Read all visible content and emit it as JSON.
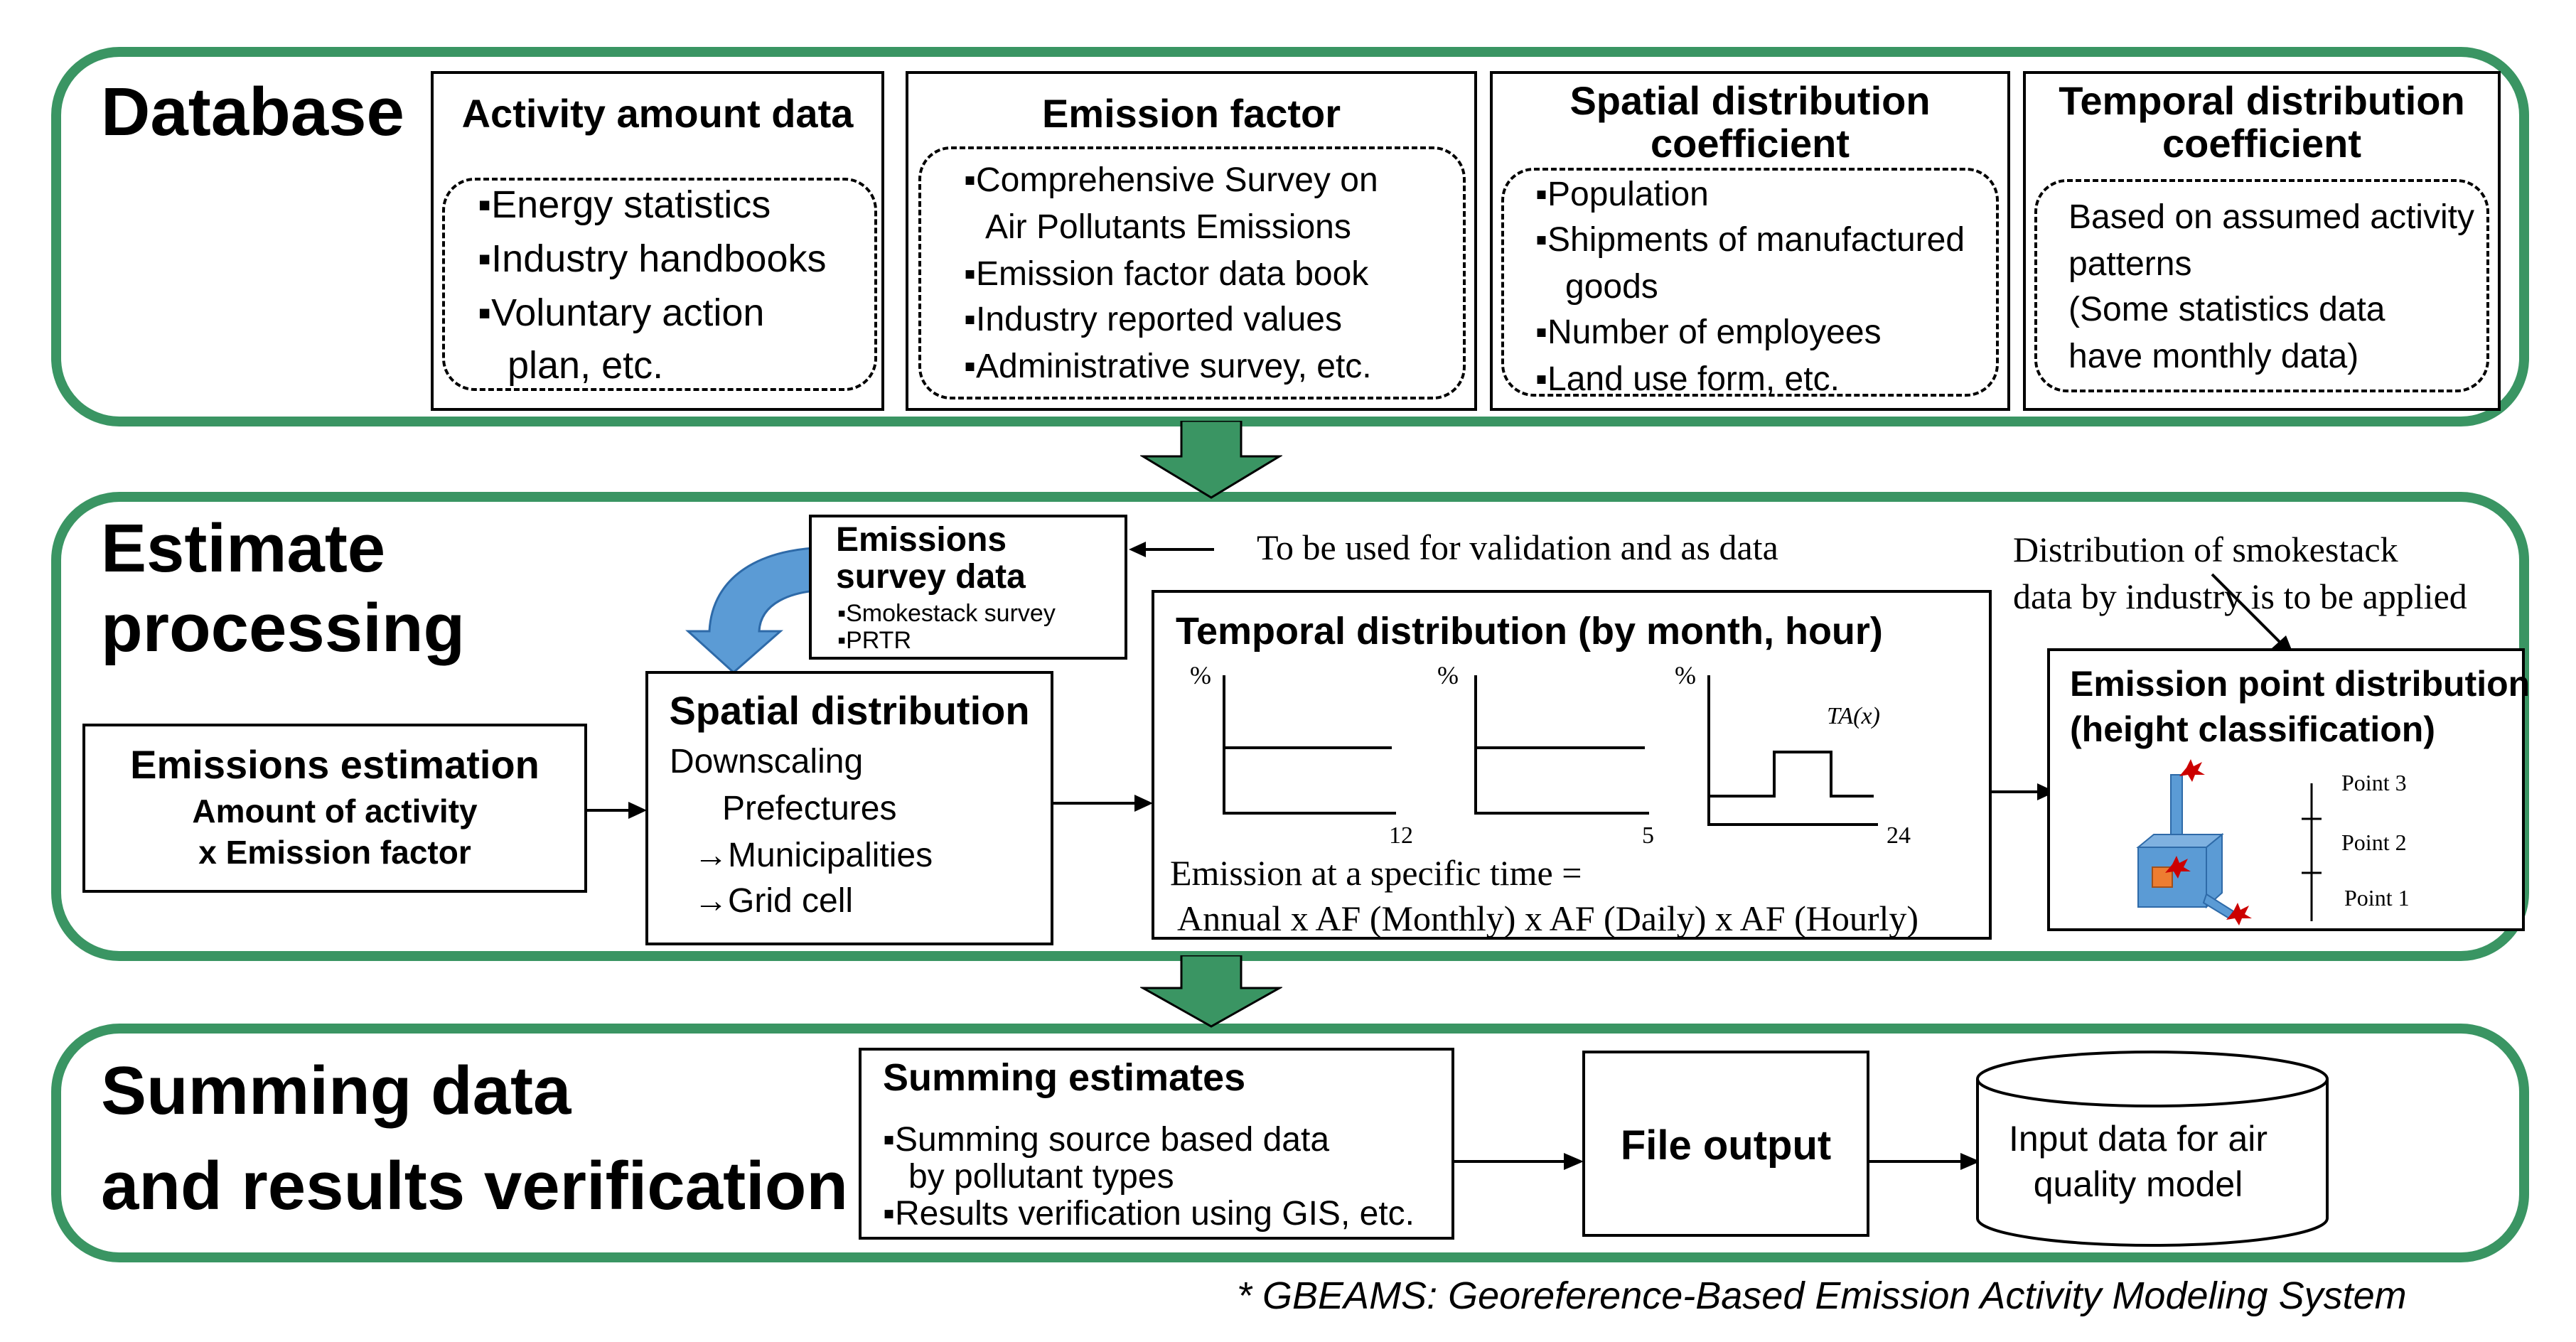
{
  "sections": {
    "database": {
      "title": "Database"
    },
    "estimate": {
      "title_line1": "Estimate",
      "title_line2": "processing"
    },
    "summing": {
      "title_line1": "Summing data",
      "title_line2": "and results verification"
    }
  },
  "activity": {
    "title": "Activity amount data",
    "items": [
      "Energy statistics",
      "Industry handbooks",
      "Voluntary action",
      "plan, etc."
    ]
  },
  "emission_factor": {
    "title": "Emission factor",
    "items": [
      "Comprehensive Survey on",
      "Air Pollutants Emissions",
      "Emission factor data book",
      "Industry reported values",
      "Administrative survey,  etc."
    ]
  },
  "spatial_coeff": {
    "title_line1": "Spatial distribution",
    "title_line2": "coefficient",
    "items": [
      "Population",
      "Shipments of manufactured",
      "goods",
      "Number of employees",
      "Land use form, etc."
    ]
  },
  "temporal_coeff": {
    "title_line1": "Temporal distribution",
    "title_line2": "coefficient",
    "items": [
      "Based on assumed activity",
      "patterns",
      "(Some statistics data",
      "have monthly data)"
    ]
  },
  "survey": {
    "title_line1": "Emissions",
    "title_line2": "survey data",
    "items": [
      "Smokestack survey",
      "PRTR"
    ]
  },
  "validation_note": "To be used for validation and as data",
  "smokestack_note": {
    "line1": "Distribution of smokestack",
    "line2": "data by industry is to be applied"
  },
  "emissions_estimation": {
    "title": "Emissions estimation",
    "line1": "Amount of activity",
    "line2": "x Emission factor"
  },
  "spatial_distribution": {
    "title": "Spatial distribution",
    "lines": [
      "Downscaling",
      "Prefectures",
      "→Municipalities",
      "→Grid cell"
    ]
  },
  "temporal_distribution": {
    "title": "Temporal distribution (by month, hour)",
    "percent": "%",
    "end_labels": [
      "12",
      "5",
      "24"
    ],
    "ta_label": "TA(x)",
    "formula_line1": "Emission at a specific time =",
    "formula_line2": "Annual x AF (Monthly)  x AF (Daily) x AF (Hourly)"
  },
  "emission_point": {
    "title_line1": "Emission point distribution",
    "title_line2": "(height classification)",
    "points": [
      "Point 3",
      "Point 2",
      "Point 1"
    ]
  },
  "summing_estimates": {
    "title": "Summing estimates",
    "items": [
      "Summing source based data",
      "by pollutant types",
      "Results verification using GIS, etc."
    ]
  },
  "file_output": {
    "label": "File output"
  },
  "input_data": {
    "line1": "Input data for air",
    "line2": "quality model"
  },
  "footnote": "* GBEAMS: Georeference-Based Emission Activity Modeling System",
  "colors": {
    "section_border": "#3a9563",
    "arrow_green": "#3a9563",
    "arrow_blue": "#5b9bd5",
    "factory_blue": "#5b9bd5",
    "factory_orange": "#ed7d31",
    "spark_red": "#cc0000"
  }
}
